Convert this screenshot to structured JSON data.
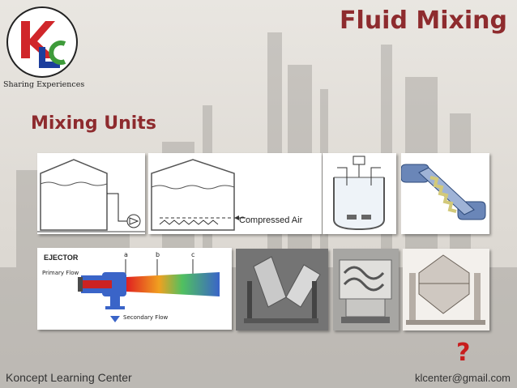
{
  "header": {
    "logo_tagline": "Sharing Experiences",
    "title": "Fluid Mixing"
  },
  "main": {
    "subtitle": "Mixing Units",
    "tiles": {
      "compressed_air_label": "Compressed Air",
      "ejector": {
        "title": "EJECTOR",
        "primary_flow": "Primary\nFlow",
        "secondary_flow": "Secondary\nFlow",
        "points": [
          "a",
          "b",
          "c"
        ]
      }
    },
    "question_mark": "?"
  },
  "footer": {
    "organization": "Koncept Learning Center",
    "email": "klcenter@gmail.com"
  },
  "colors": {
    "title_red": "#8e2b2e",
    "question_red": "#c81d1d",
    "logo_red": "#d0262a",
    "logo_blue": "#1c3e9c",
    "logo_green": "#3e9b3a"
  }
}
